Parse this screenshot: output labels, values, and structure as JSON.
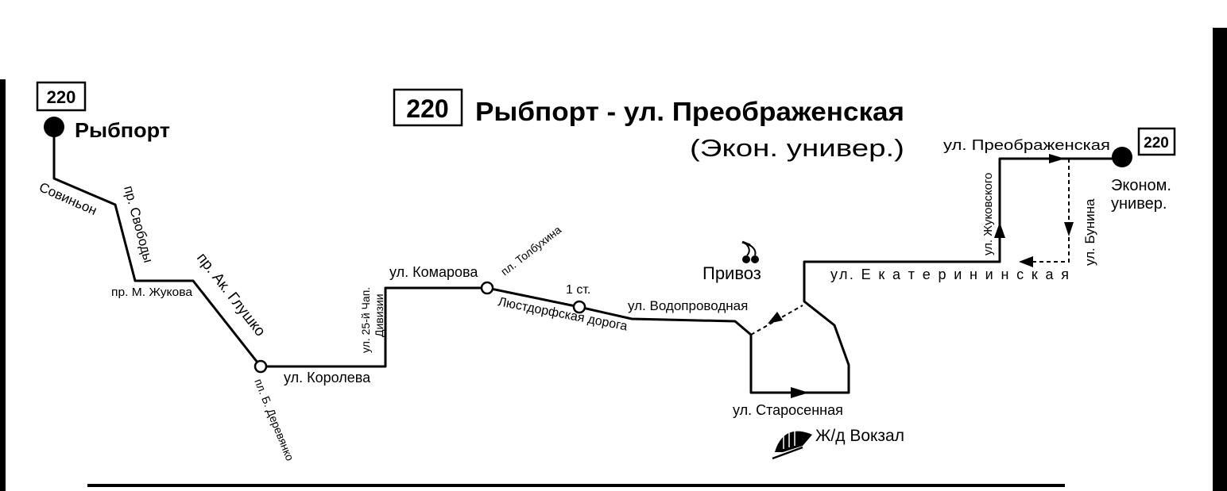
{
  "route": {
    "number": "220",
    "title": "Рыбпорт - ул. Преображенская",
    "subtitle": "(Экон. универ.)"
  },
  "terminals": {
    "start": {
      "badge": "220",
      "name": "Рыбпорт"
    },
    "end": {
      "badge": "220",
      "name_line1": "Эконом.",
      "name_line2": "универ."
    }
  },
  "streets": {
    "sovinon": "Совиньон",
    "pr_svobody": "пр. Свободы",
    "pr_zhukova": "пр. М. Жукова",
    "pr_glushko": "пр. Ак. Глушко",
    "pl_derevyanko": "пл. Б. Деревянко",
    "ul_koroleva": "ул. Королева",
    "ul_25_line1": "ул. 25-й Чап.",
    "ul_25_line2": "Дивизии",
    "ul_komarova": "ул. Комарова",
    "pl_tolbuhina": "пл. Толбухина",
    "stop_1st": "1 ст.",
    "lyustdorf": "Люстдорфская дорога",
    "vodoprovodnaya": "ул. Водопроводная",
    "starosennaya": "ул. Старосенная",
    "ekaterininskaya": "ул. Е к а т е р и н и н с к а я",
    "zhukovskogo": "ул. Жуковского",
    "bunina": "ул. Бунина",
    "preobrazhenskaya": "ул. Преображенская"
  },
  "landmarks": {
    "privoz": "Привоз",
    "vokzal": "Ж/д Вокзал"
  },
  "icons": [
    "stop-marker-icon",
    "terminal-dot-icon",
    "cherry-icon",
    "train-icon",
    "direction-arrow-icon"
  ],
  "colors": {
    "ink": "#000000",
    "paper": "#ffffff"
  }
}
